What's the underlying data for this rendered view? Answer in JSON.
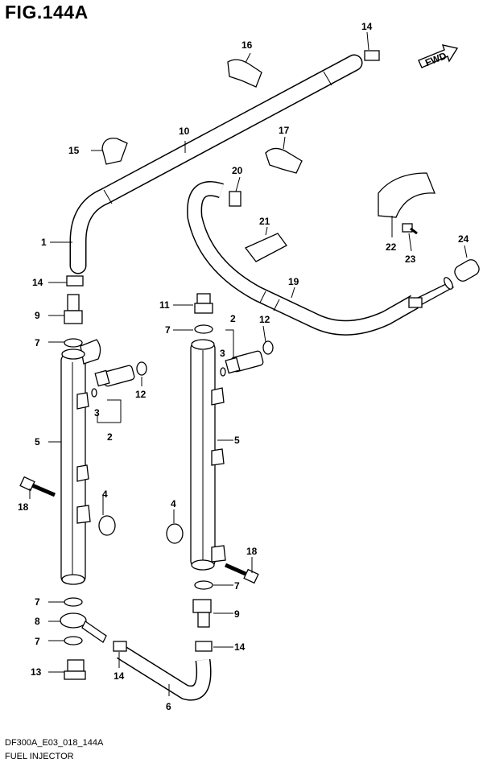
{
  "title": "FIG.144A",
  "diagram_code": "DF300A_E03_018_144A",
  "diagram_name": "FUEL INJECTOR",
  "fwd_label": "FWD",
  "callouts": {
    "c1": "1",
    "c2a": "2",
    "c2b": "2",
    "c3a": "3",
    "c3b": "3",
    "c4a": "4",
    "c4b": "4",
    "c5a": "5",
    "c5b": "5",
    "c6": "6",
    "c7a": "7",
    "c7b": "7",
    "c7c": "7",
    "c7d": "7",
    "c7e": "7",
    "c8": "8",
    "c9a": "9",
    "c9b": "9",
    "c10": "10",
    "c11": "11",
    "c12a": "12",
    "c12b": "12",
    "c13": "13",
    "c14a": "14",
    "c14b": "14",
    "c14c": "14",
    "c14d": "14",
    "c15": "15",
    "c16": "16",
    "c17": "17",
    "c18a": "18",
    "c18b": "18",
    "c19": "19",
    "c20": "20",
    "c21": "21",
    "c22": "22",
    "c23": "23",
    "c24": "24"
  }
}
